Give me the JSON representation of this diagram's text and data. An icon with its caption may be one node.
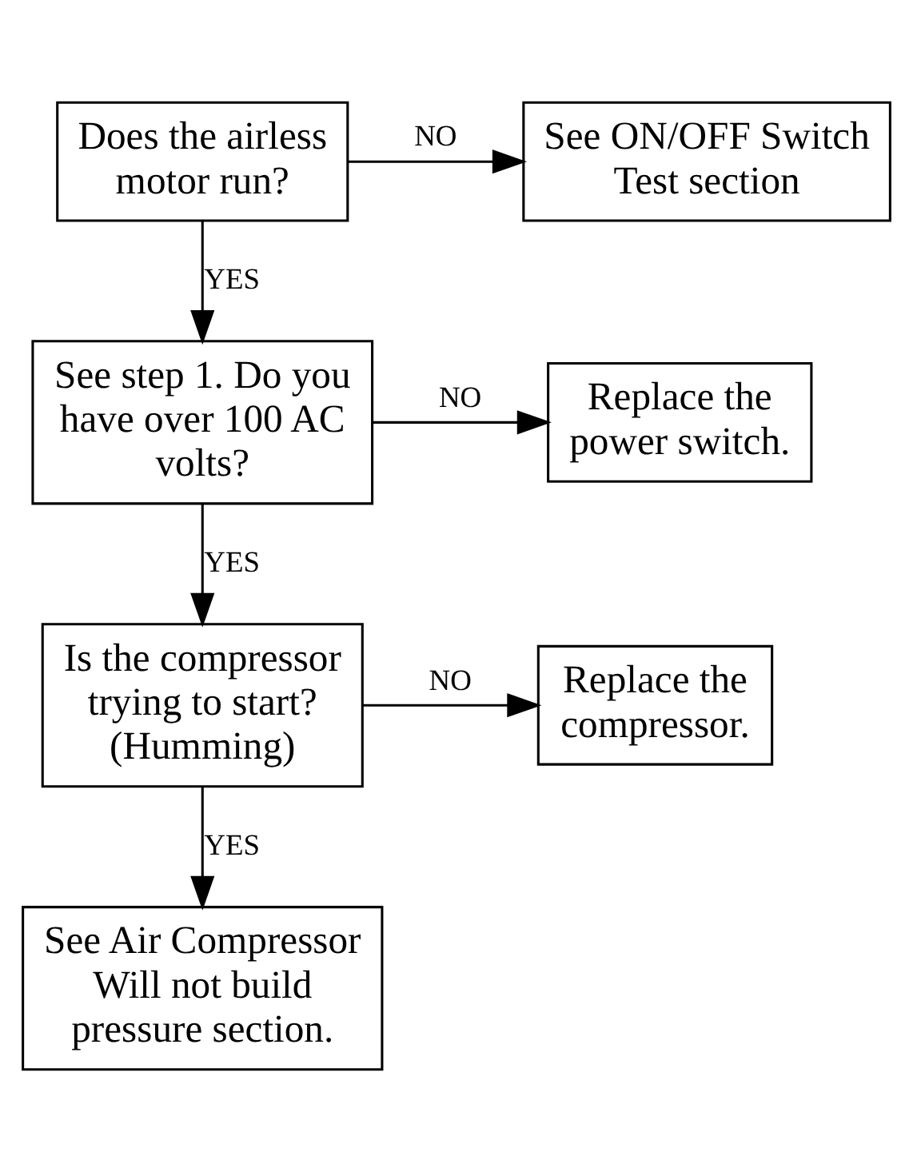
{
  "diagram": {
    "nodes": [
      {
        "text": [
          "Does the airless motor run?"
        ]
      },
      {
        "text": [
          "See ON/OFF Switch Test section"
        ]
      },
      {
        "text": [
          "See step 1. Do you have over 100 AC volts?"
        ]
      },
      {
        "text": [
          "Replace the power switch."
        ]
      },
      {
        "text": [
          "Is the compressor trying to start? (Humming)"
        ]
      },
      {
        "text": [
          "Replace the compressor."
        ]
      },
      {
        "text": [
          "See Air Compressor Will not build pressure section."
        ]
      }
    ],
    "edges": [
      {
        "from": 0,
        "to": 1,
        "arrow": "to",
        "label": "NO"
      },
      {
        "from": 0,
        "to": 2,
        "arrow": "to",
        "label": "YES"
      },
      {
        "from": 2,
        "to": 3,
        "arrow": "to",
        "label": "NO"
      },
      {
        "from": 2,
        "to": 4,
        "arrow": "to",
        "label": "YES"
      },
      {
        "from": 4,
        "to": 5,
        "arrow": "to",
        "label": "NO"
      },
      {
        "from": 4,
        "to": 6,
        "arrow": "to",
        "label": "YES"
      }
    ]
  }
}
